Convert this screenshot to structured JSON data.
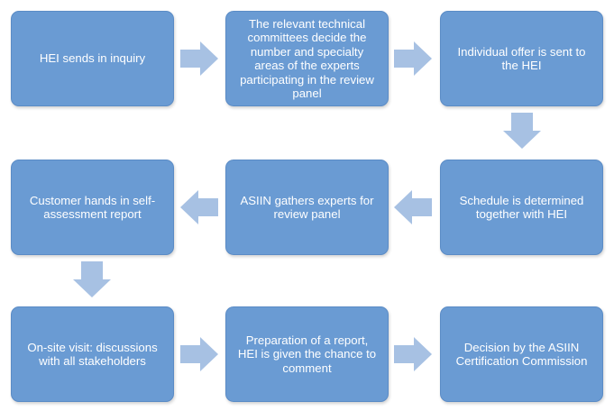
{
  "flow": {
    "steps": [
      "HEI sends in inquiry",
      "The relevant technical committees decide the number and specialty areas of the experts participating in the review panel",
      "Individual offer is sent to the HEI",
      "Schedule is determined together with HEI",
      "ASIIN gathers experts for review panel",
      "Customer hands in self-assessment report",
      "On-site visit: discussions with all stakeholders",
      "Preparation of a report, HEI is given the chance to comment",
      "Decision by the ASIIN Certification Commission"
    ]
  },
  "colors": {
    "box_fill": "#6a9bd3",
    "box_border": "#5b8cc6",
    "arrow_fill": "#a7c1e3",
    "text": "#ffffff"
  }
}
